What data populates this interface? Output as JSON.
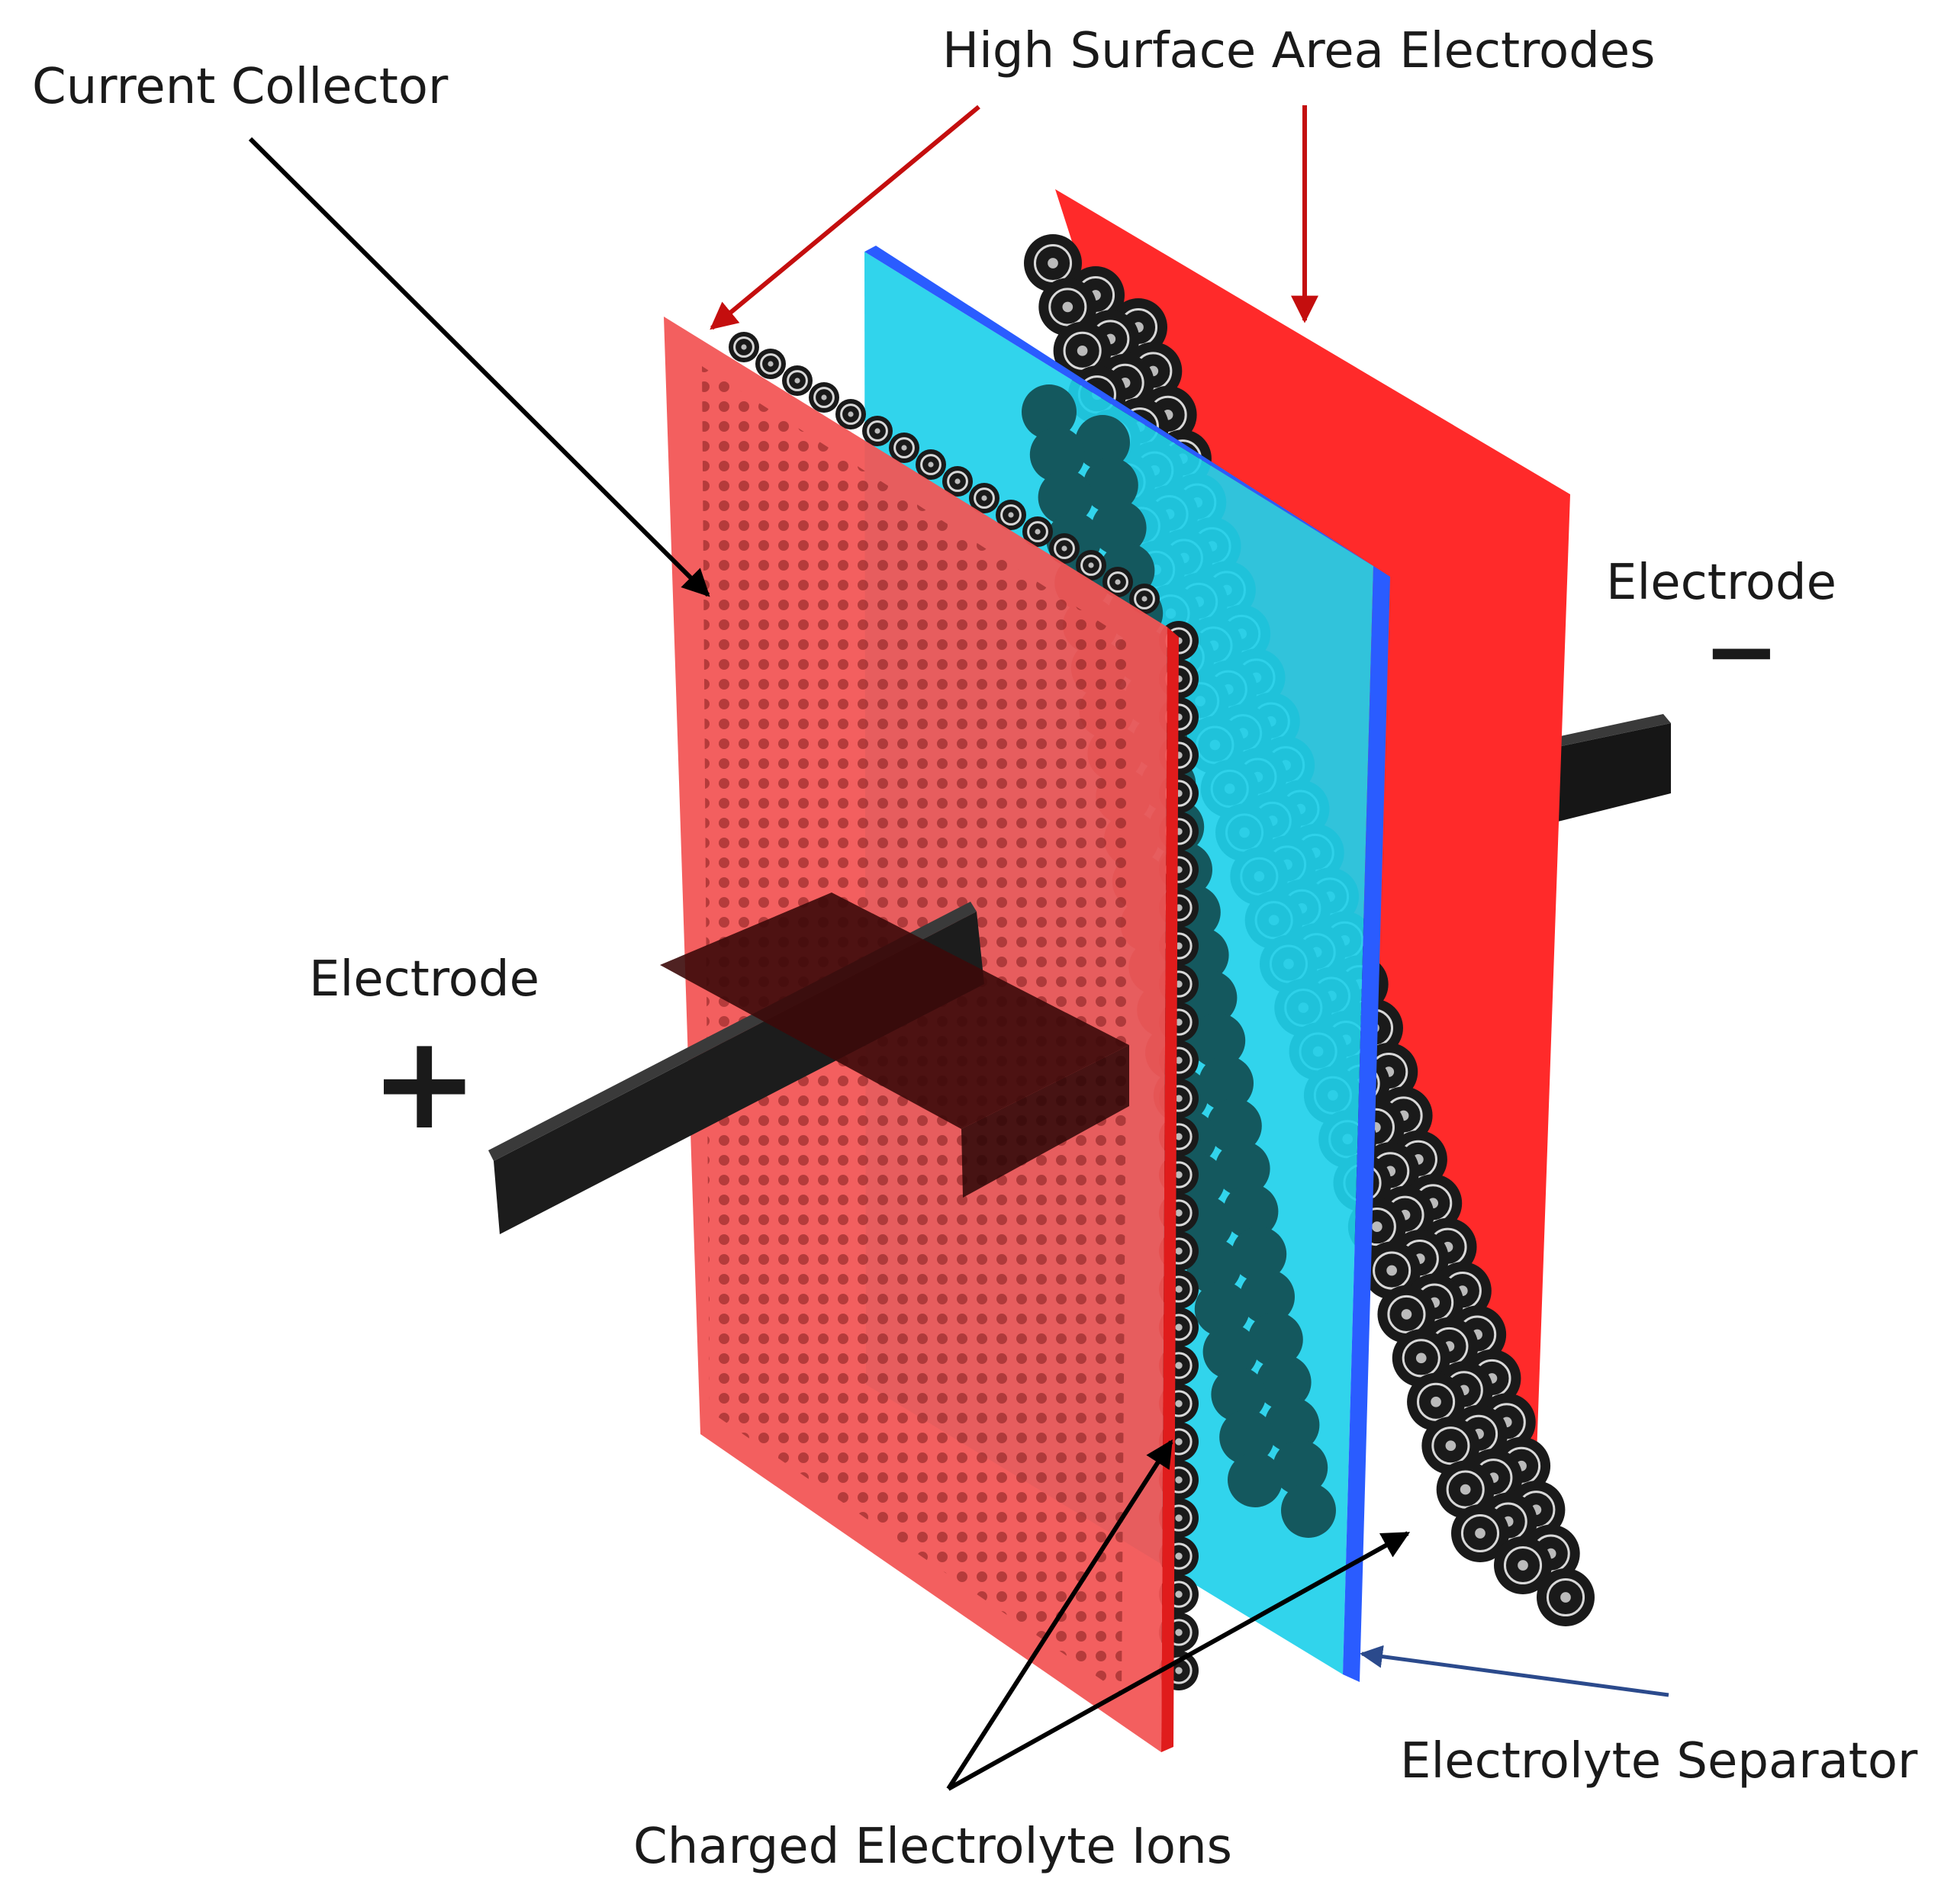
{
  "labels": {
    "current_collector": "Current Collector",
    "high_surface_area_electrodes": "High Surface Area Electrodes",
    "electrode_negative": "Electrode",
    "electrode_positive": "Electrode",
    "electrolyte_separator": "Electrolyte Separator",
    "charged_electrolyte_ions": "Charged Electrolyte Ions"
  },
  "signs": {
    "negative": "−",
    "positive": "+"
  },
  "colors": {
    "collector": "#ff2a2a",
    "collector_front_tint": "#f25555",
    "separator": "#1fd0ea",
    "separator_edge": "#2a5cff",
    "electrode_particle": "#1a1a1a",
    "ion": "#14585e",
    "terminal": "#161616",
    "arrow_red": "#c40e0e",
    "arrow_blue": "#2b4a8c",
    "arrow_black": "#000000"
  }
}
